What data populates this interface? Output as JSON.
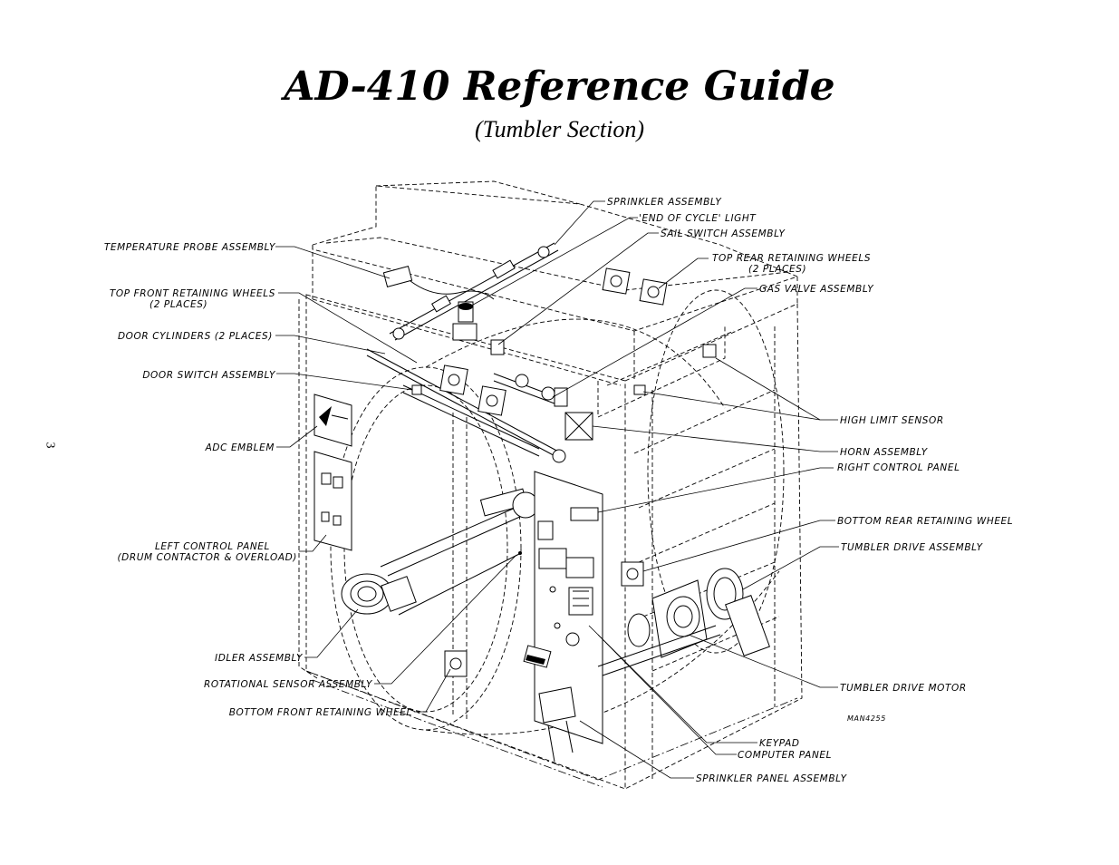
{
  "title": "AD-410 Reference Guide",
  "subtitle": "(Tumbler Section)",
  "page_number": "3",
  "drawing_number": "MAN4255",
  "callouts": {
    "temperature_probe_assembly": "TEMPERATURE PROBE ASSEMBLY",
    "top_front_retaining_wheels_1": "TOP FRONT RETAINING WHEELS",
    "top_front_retaining_wheels_2": "(2 PLACES)",
    "door_cylinders": "DOOR CYLINDERS (2 PLACES)",
    "door_switch_assembly": "DOOR SWITCH ASSEMBLY",
    "adc_emblem": "ADC EMBLEM",
    "left_control_panel_1": "LEFT CONTROL PANEL",
    "left_control_panel_2": "(DRUM CONTACTOR & OVERLOAD)",
    "idler_assembly": "IDLER ASSEMBLY",
    "rotational_sensor_assembly": "ROTATIONAL SENSOR ASSEMBLY",
    "bottom_front_retaining_wheel": "BOTTOM FRONT RETAINING WHEEL",
    "sprinkler_assembly": "SPRINKLER ASSEMBLY",
    "end_of_cycle_light": "'END OF CYCLE' LIGHT",
    "sail_switch_assembly": "SAIL SWITCH ASSEMBLY",
    "top_rear_retaining_wheels_1": "TOP REAR RETAINING WHEELS",
    "top_rear_retaining_wheels_2": "(2 PLACES)",
    "gas_valve_assembly": "GAS VALVE ASSEMBLY",
    "high_limit_sensor": "HIGH LIMIT SENSOR",
    "horn_assembly": "HORN ASSEMBLY",
    "right_control_panel": "RIGHT CONTROL PANEL",
    "bottom_rear_retaining_wheel": "BOTTOM REAR RETAINING WHEEL",
    "tumbler_drive_assembly": "TUMBLER DRIVE ASSEMBLY",
    "tumbler_drive_motor": "TUMBLER DRIVE MOTOR",
    "keypad": "KEYPAD",
    "computer_panel": "COMPUTER PANEL",
    "sprinkler_panel_assembly": "SPRINKLER PANEL ASSEMBLY"
  }
}
